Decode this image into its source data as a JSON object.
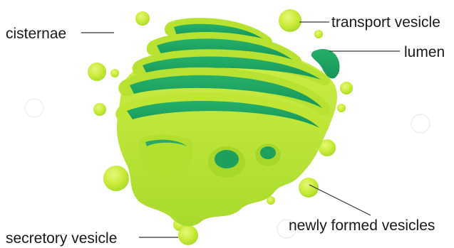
{
  "labels": {
    "cisternae": "cisternae",
    "transport_vesicle": "transport vesicle",
    "lumen": "lumen",
    "newly_formed_vesicles": "newly formed vesicles",
    "secretory_vesicle": "secretory vesicle"
  },
  "colors": {
    "body_light": "#c9ec3a",
    "body_mid": "#a9dc2c",
    "body_shadow": "#8cc624",
    "lumen_dark": "#1fa060",
    "lumen_light": "#2fc07a",
    "vesicle": "#cdeb3c"
  }
}
